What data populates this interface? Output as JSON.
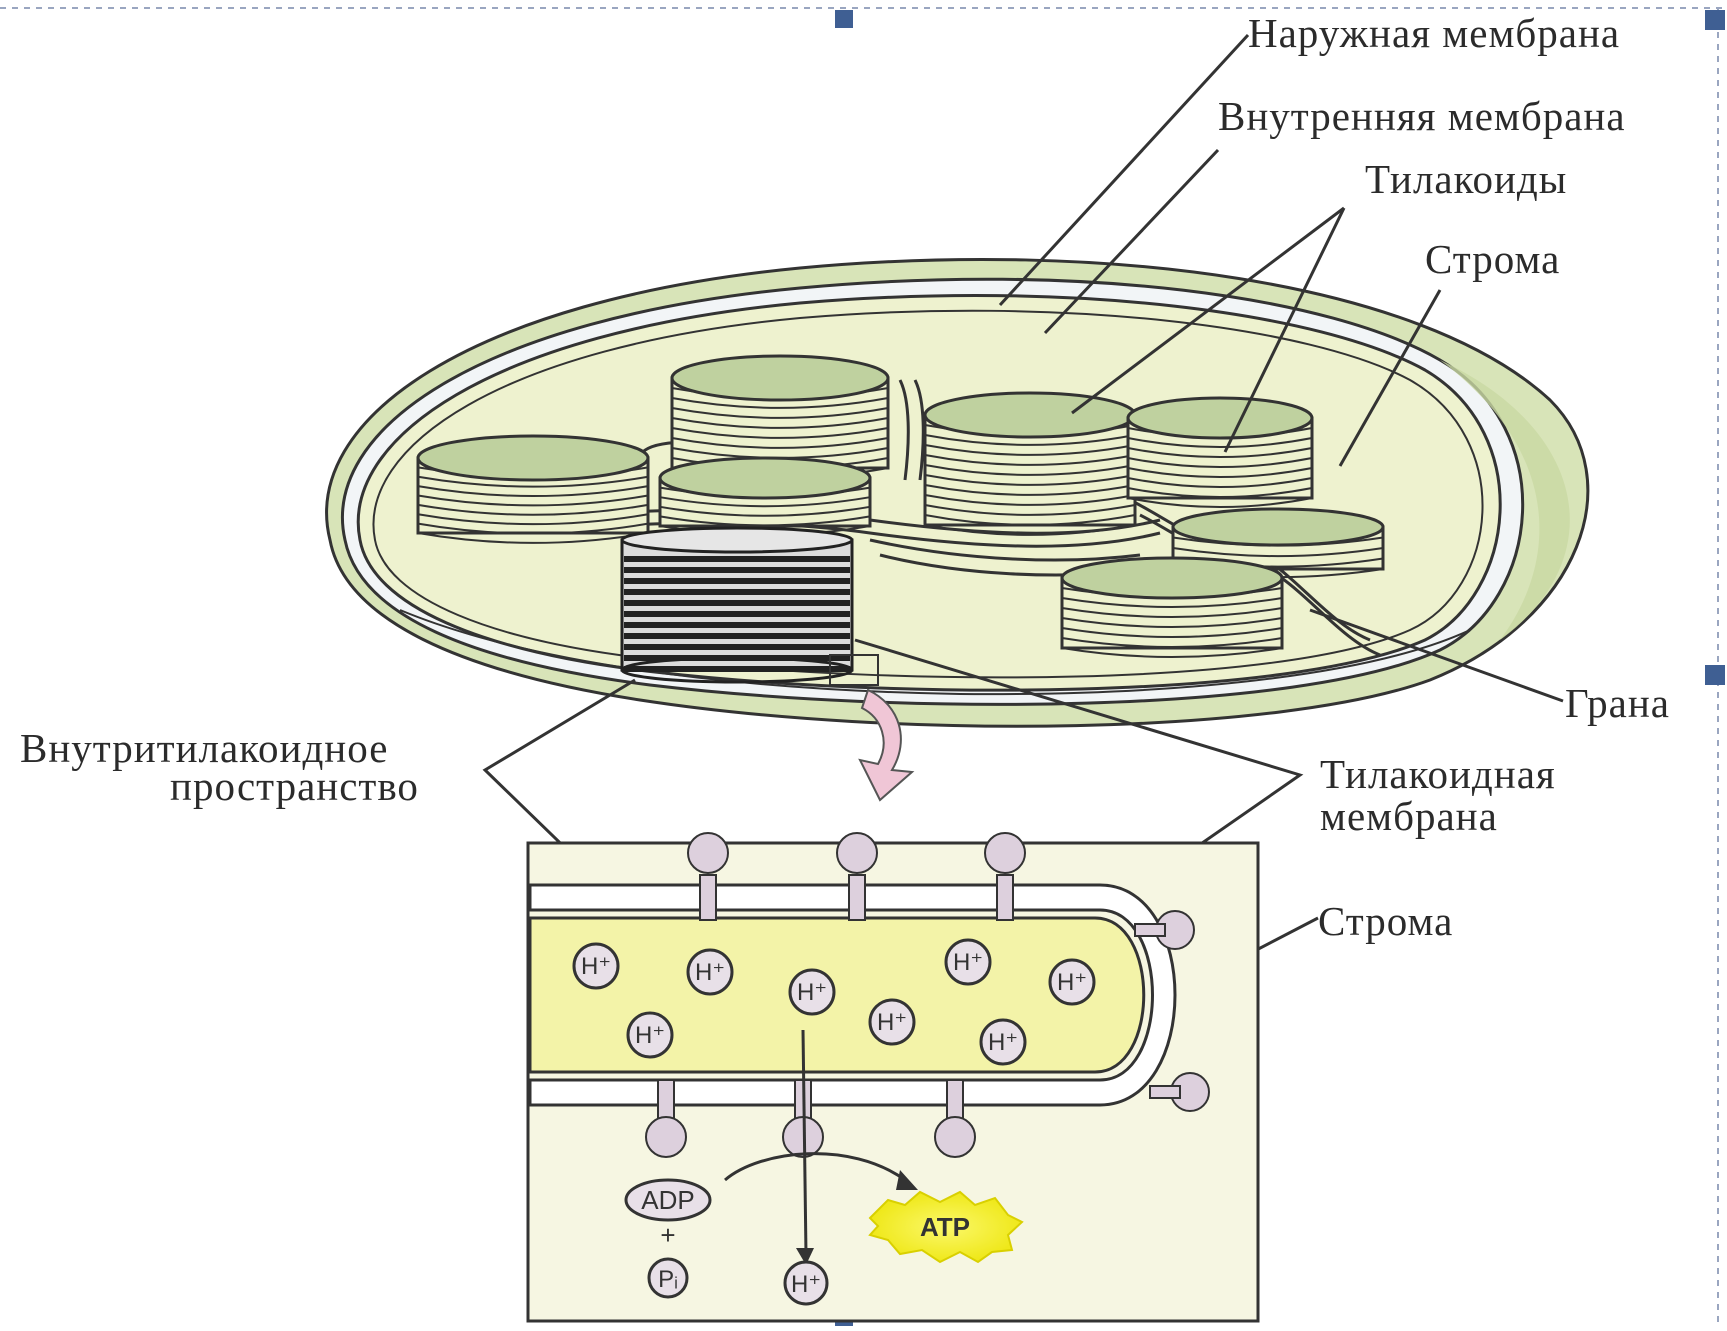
{
  "labels": {
    "outer_membrane": "Наружная мембрана",
    "inner_membrane": "Внутренняя мембрана",
    "thylakoids": "Тилакоиды",
    "stroma_top": "Строма",
    "grana": "Грана",
    "intrathylakoid_line1": "Внутритилакоидное",
    "intrathylakoid_line2": "пространство",
    "thylakoid_membrane_line1": "Тилакоидная",
    "thylakoid_membrane_line2": "мембрана",
    "stroma_bottom": "Строма"
  },
  "inset": {
    "proton": "H⁺",
    "adp": "ADP",
    "plus": "+",
    "pi": "Pᵢ",
    "atp": "ATP"
  },
  "colors": {
    "stroma_fill": "#eef2cf",
    "outer_fill": "#d8e4b8",
    "disc_top": "#bfd19f",
    "lumen_fill": "#f3f3a8",
    "protein": "#ddd0dd",
    "atp_burst": "#f2ee1a",
    "arrow_pink": "#f0c6d6",
    "line": "#333333"
  }
}
